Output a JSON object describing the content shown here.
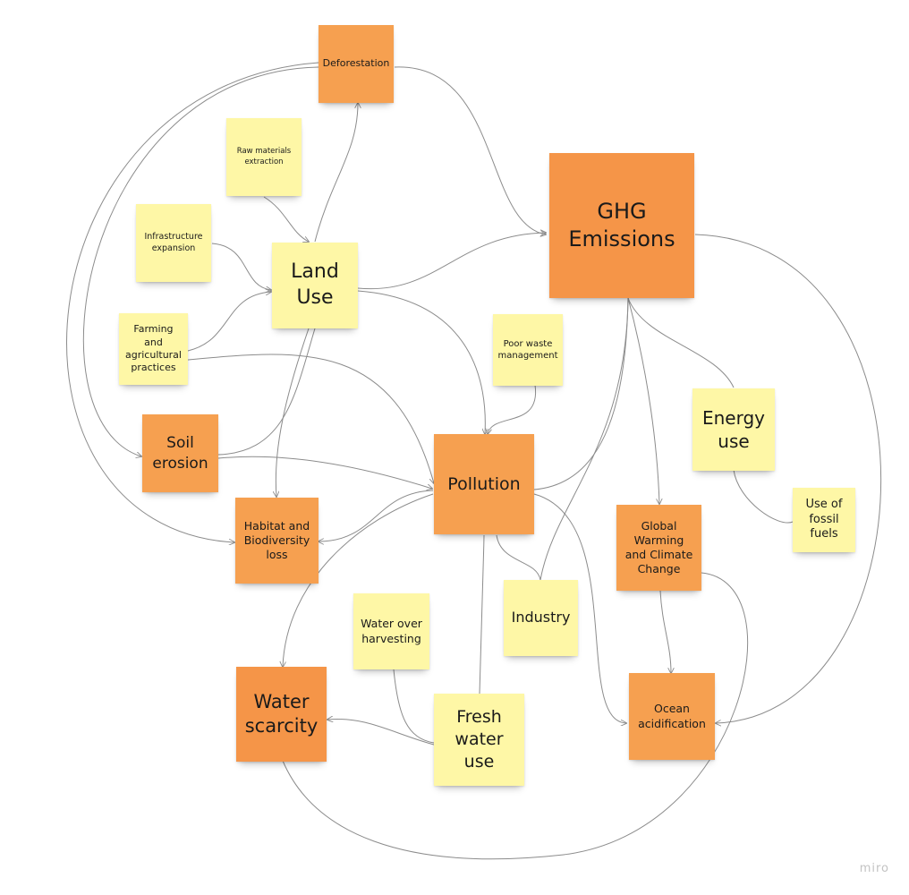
{
  "colors": {
    "yellow": "#fef7a6",
    "orange": "#f6a050",
    "connector": "#8c8c8c"
  },
  "notes": {
    "deforestation": "Deforestation",
    "raw_materials": "Raw materials\nextraction",
    "ghg": "GHG\nEmissions",
    "infrastructure": "Infrastructure\nexpansion",
    "land_use": "Land\nUse",
    "farming": "Farming\nand\nagricultural\npractices",
    "poor_waste": "Poor waste\nmanagement",
    "energy_use": "Energy\nuse",
    "soil_erosion": "Soil\nerosion",
    "pollution": "Pollution",
    "use_fossil": "Use of\nfossil\nfuels",
    "habitat": "Habitat and\nBiodiversity\nloss",
    "global_warming": "Global\nWarming\nand Climate\nChange",
    "industry": "Industry",
    "water_over": "Water over\nharvesting",
    "water_scarcity": "Water\nscarcity",
    "fresh_water": "Fresh\nwater\nuse",
    "ocean": "Ocean\nacidification"
  },
  "watermark": "miro"
}
